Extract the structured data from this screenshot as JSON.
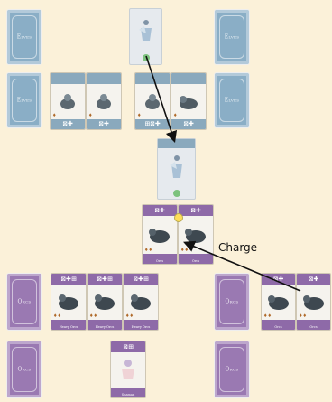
{
  "board": {
    "elf_deck_label": "Elves",
    "orc_deck_label": "Orcs",
    "charge_label": "Charge"
  },
  "cards": {
    "orc_name": "Orcs",
    "heavy_orc_name": "Heavy Orcs",
    "shaman_name": "Shaman"
  },
  "colors": {
    "background": "#fbf1d9",
    "elf": "#8aaec6",
    "orc": "#9a79b2"
  }
}
